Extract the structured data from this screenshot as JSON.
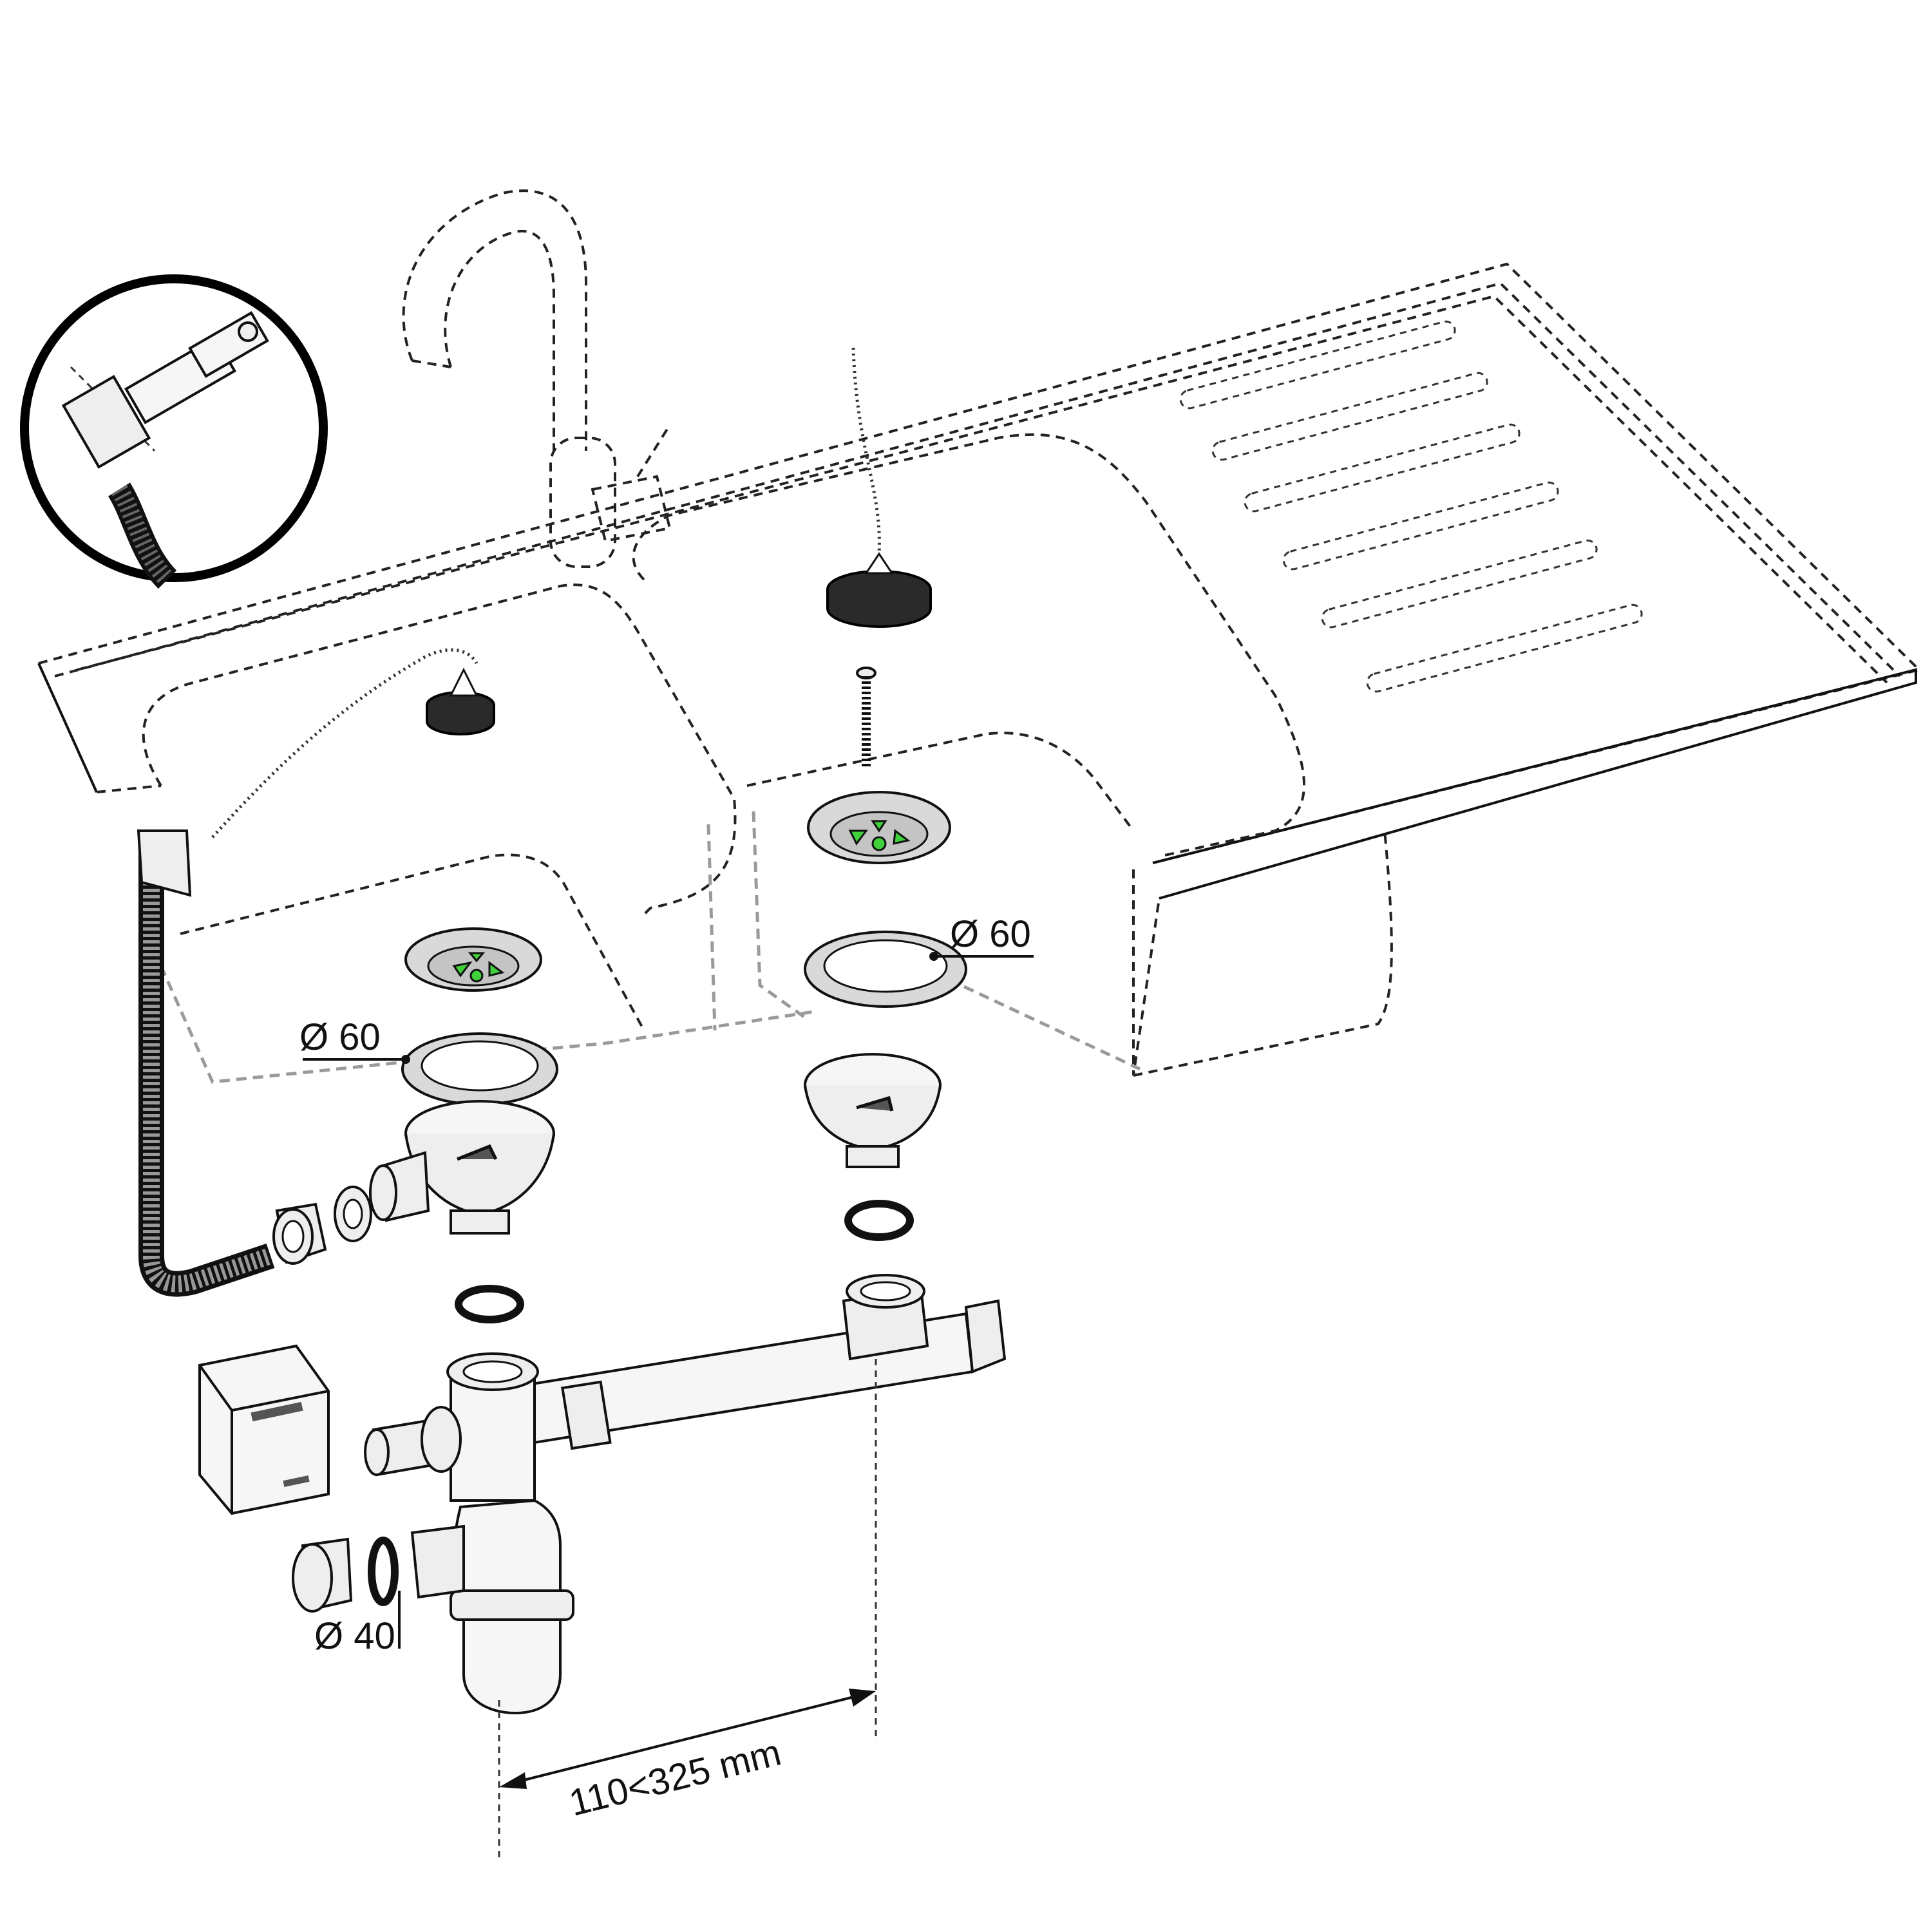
{
  "labels": {
    "dia_left_basket": "Ø 60",
    "dia_right_basket": "Ø 60",
    "dia_trap_outlet": "Ø 40",
    "distance_range": "110<325 mm"
  },
  "colors": {
    "line": "#111111",
    "ghost_line": "#9a9a9a",
    "strainer_accent": "#3fd13a",
    "rubber": "#2a2a2a"
  },
  "icons": {
    "detail_callout": "overflow-clip-detail",
    "appliance": "washing-machine-icon"
  }
}
